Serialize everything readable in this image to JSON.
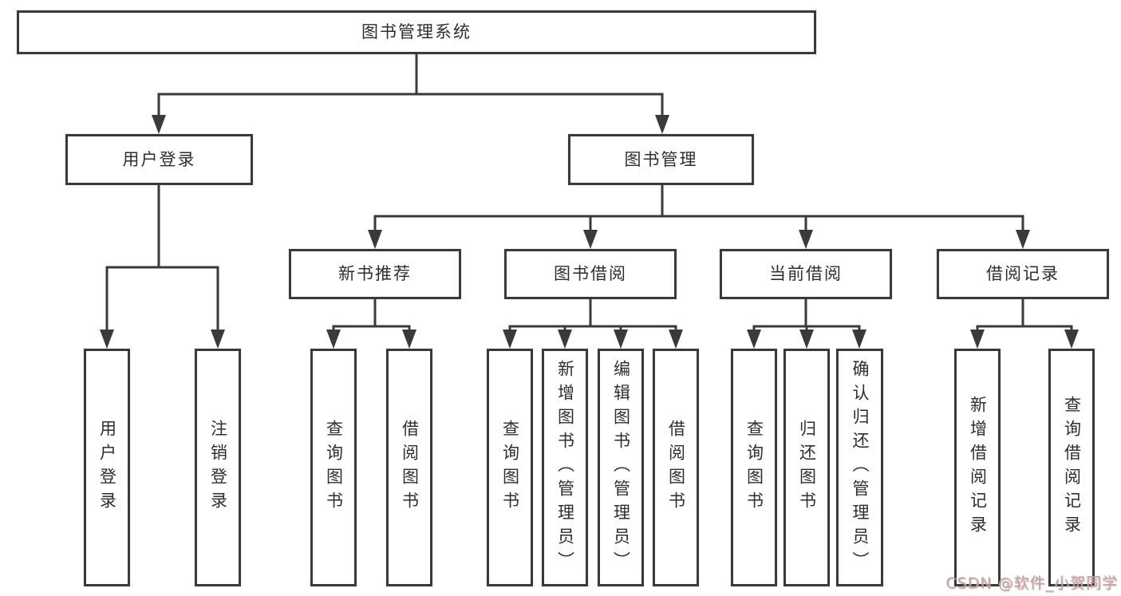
{
  "diagram": {
    "root": {
      "label": "图书管理系统"
    },
    "branches": [
      {
        "label": "用户登录",
        "children": [
          {
            "label": "用户登录"
          },
          {
            "label": "注销登录"
          }
        ]
      },
      {
        "label": "图书管理",
        "children": [
          {
            "label": "新书推荐",
            "children": [
              {
                "label": "查询图书"
              },
              {
                "label": "借阅图书"
              }
            ]
          },
          {
            "label": "图书借阅",
            "children": [
              {
                "label": "查询图书"
              },
              {
                "label": "新增图书（管理员）"
              },
              {
                "label": "编辑图书（管理员）"
              },
              {
                "label": "借阅图书"
              }
            ]
          },
          {
            "label": "当前借阅",
            "children": [
              {
                "label": "查询图书"
              },
              {
                "label": "归还图书"
              },
              {
                "label": "确认归还（管理员）"
              }
            ]
          },
          {
            "label": "借阅记录",
            "children": [
              {
                "label": "新增借阅记录"
              },
              {
                "label": "查询借阅记录"
              }
            ]
          }
        ]
      }
    ]
  },
  "watermark": {
    "text": "CSDN @软件_小贺同学"
  },
  "colors": {
    "line": "#3a3a3a",
    "text": "#2e2e2e",
    "box_bg": "#ffffff",
    "background": "#ffffff",
    "watermark": "#a9a9a9",
    "watermark_tint": "#e59090"
  }
}
